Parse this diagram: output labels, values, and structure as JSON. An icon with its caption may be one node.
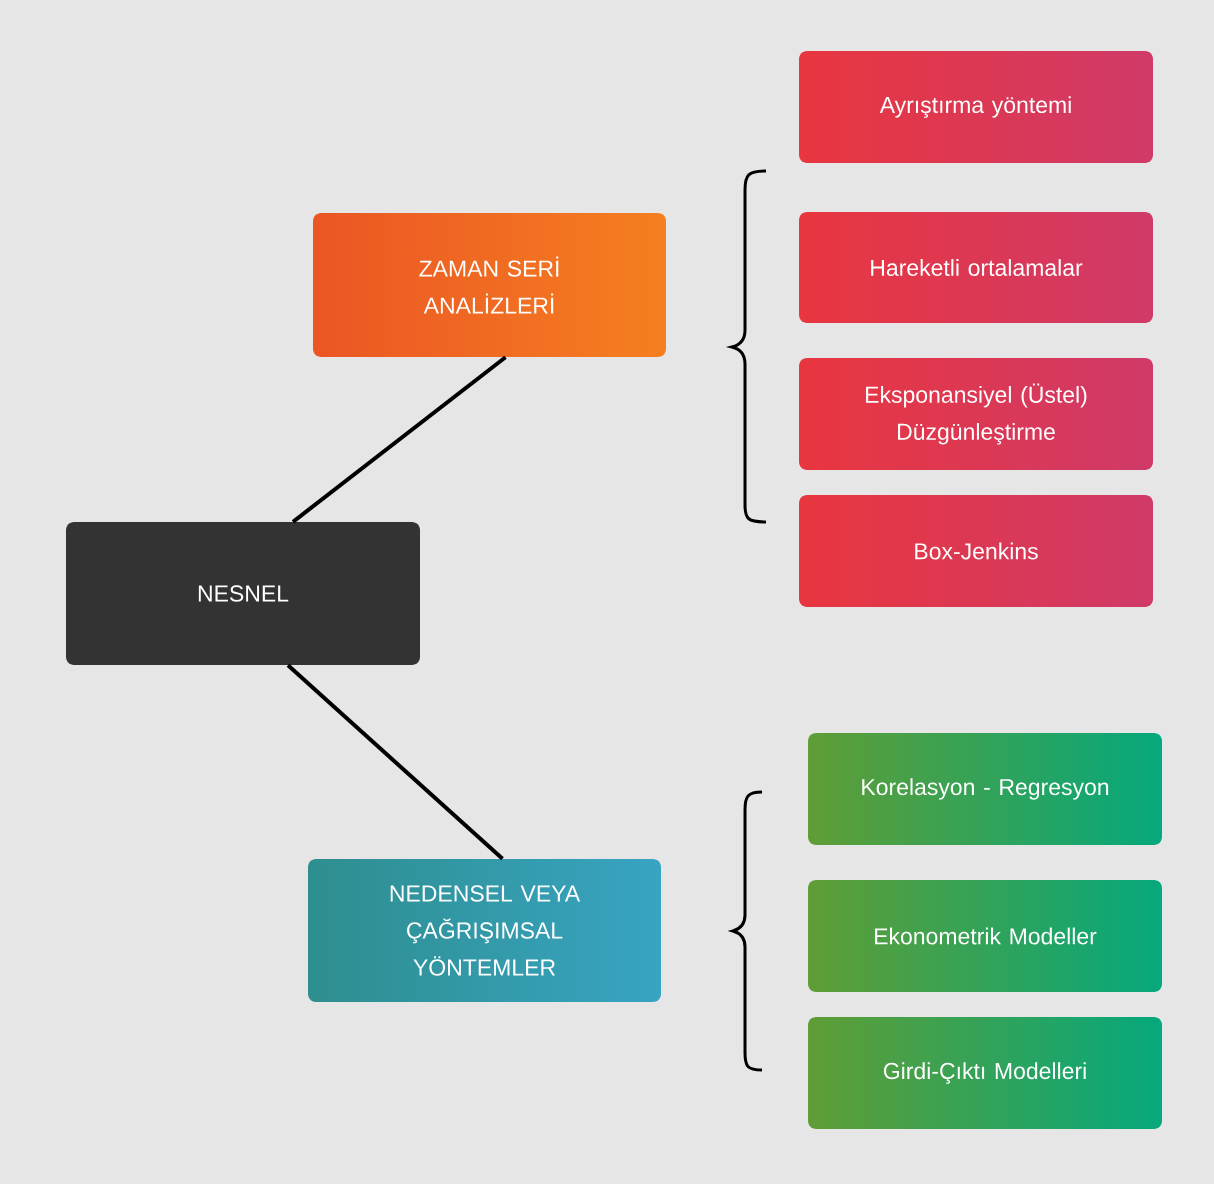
{
  "diagram": {
    "nodes": [
      {
        "text": [
          "NESNEL"
        ]
      },
      {
        "text": [
          "ZAMAN SERİ ANALİZLERİ"
        ]
      },
      {
        "text": [
          "Ayrıştırma yöntemi"
        ]
      },
      {
        "text": [
          "Hareketli ortalamalar"
        ]
      },
      {
        "text": [
          "Eksponansiyel (Üstel) Düzgünleştirme"
        ]
      },
      {
        "text": [
          "Box-Jenkins"
        ]
      },
      {
        "text": [
          "NEDENSEL VEYA ÇAĞRIŞIMSAL YÖNTEMLER"
        ]
      },
      {
        "text": [
          "Korelasyon - Regresyon"
        ]
      },
      {
        "text": [
          "Ekonometrik Modeller"
        ]
      },
      {
        "text": [
          "Girdi-Çıktı Modelleri"
        ]
      }
    ],
    "edges": [
      {
        "from": 0,
        "to": 1,
        "arrow": "none"
      },
      {
        "from": 0,
        "to": 6,
        "arrow": "none"
      }
    ]
  }
}
